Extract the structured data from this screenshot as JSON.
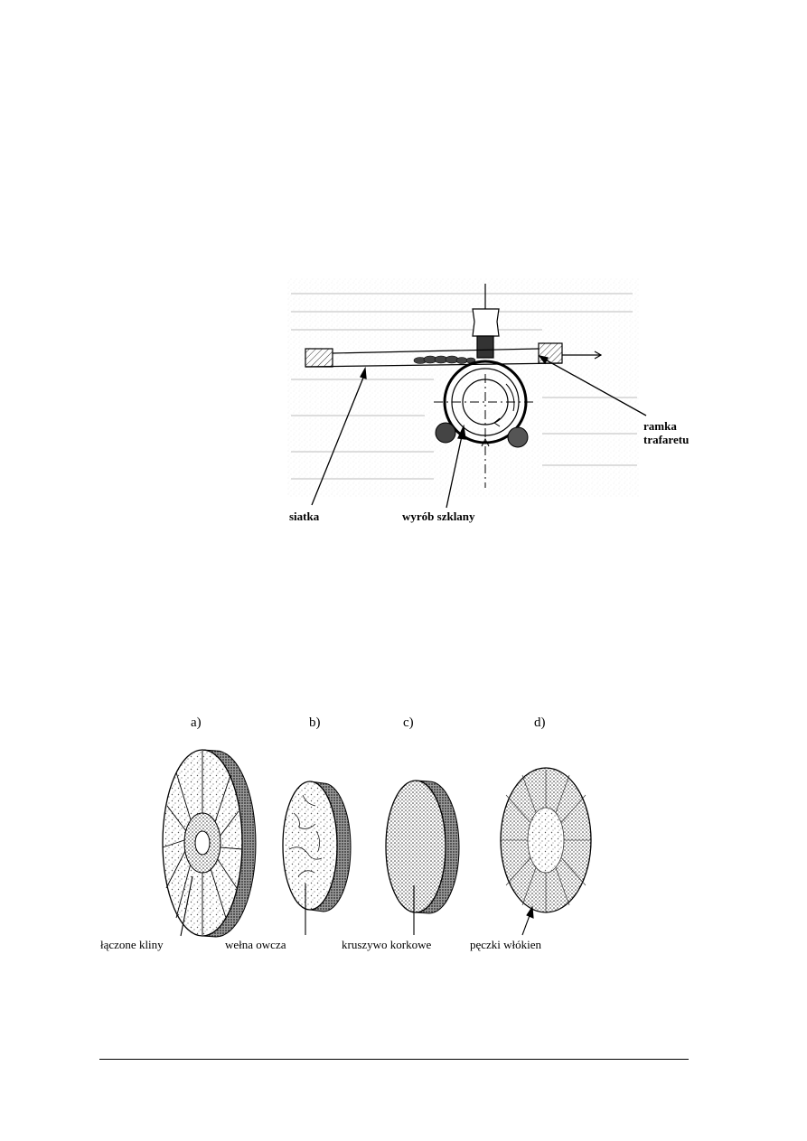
{
  "figure1": {
    "labels": {
      "mesh": "siatka",
      "glass_product": "wyrób szklany",
      "frame_line1": "ramka",
      "frame_line2": "trafaretu"
    }
  },
  "figure2": {
    "panels": [
      {
        "letter": "a)",
        "label": "łączone kliny"
      },
      {
        "letter": "b)",
        "label": "wełna owcza"
      },
      {
        "letter": "c)",
        "label": "kruszywo korkowe"
      },
      {
        "letter": "d)",
        "label": "pęczki włókien"
      }
    ]
  }
}
